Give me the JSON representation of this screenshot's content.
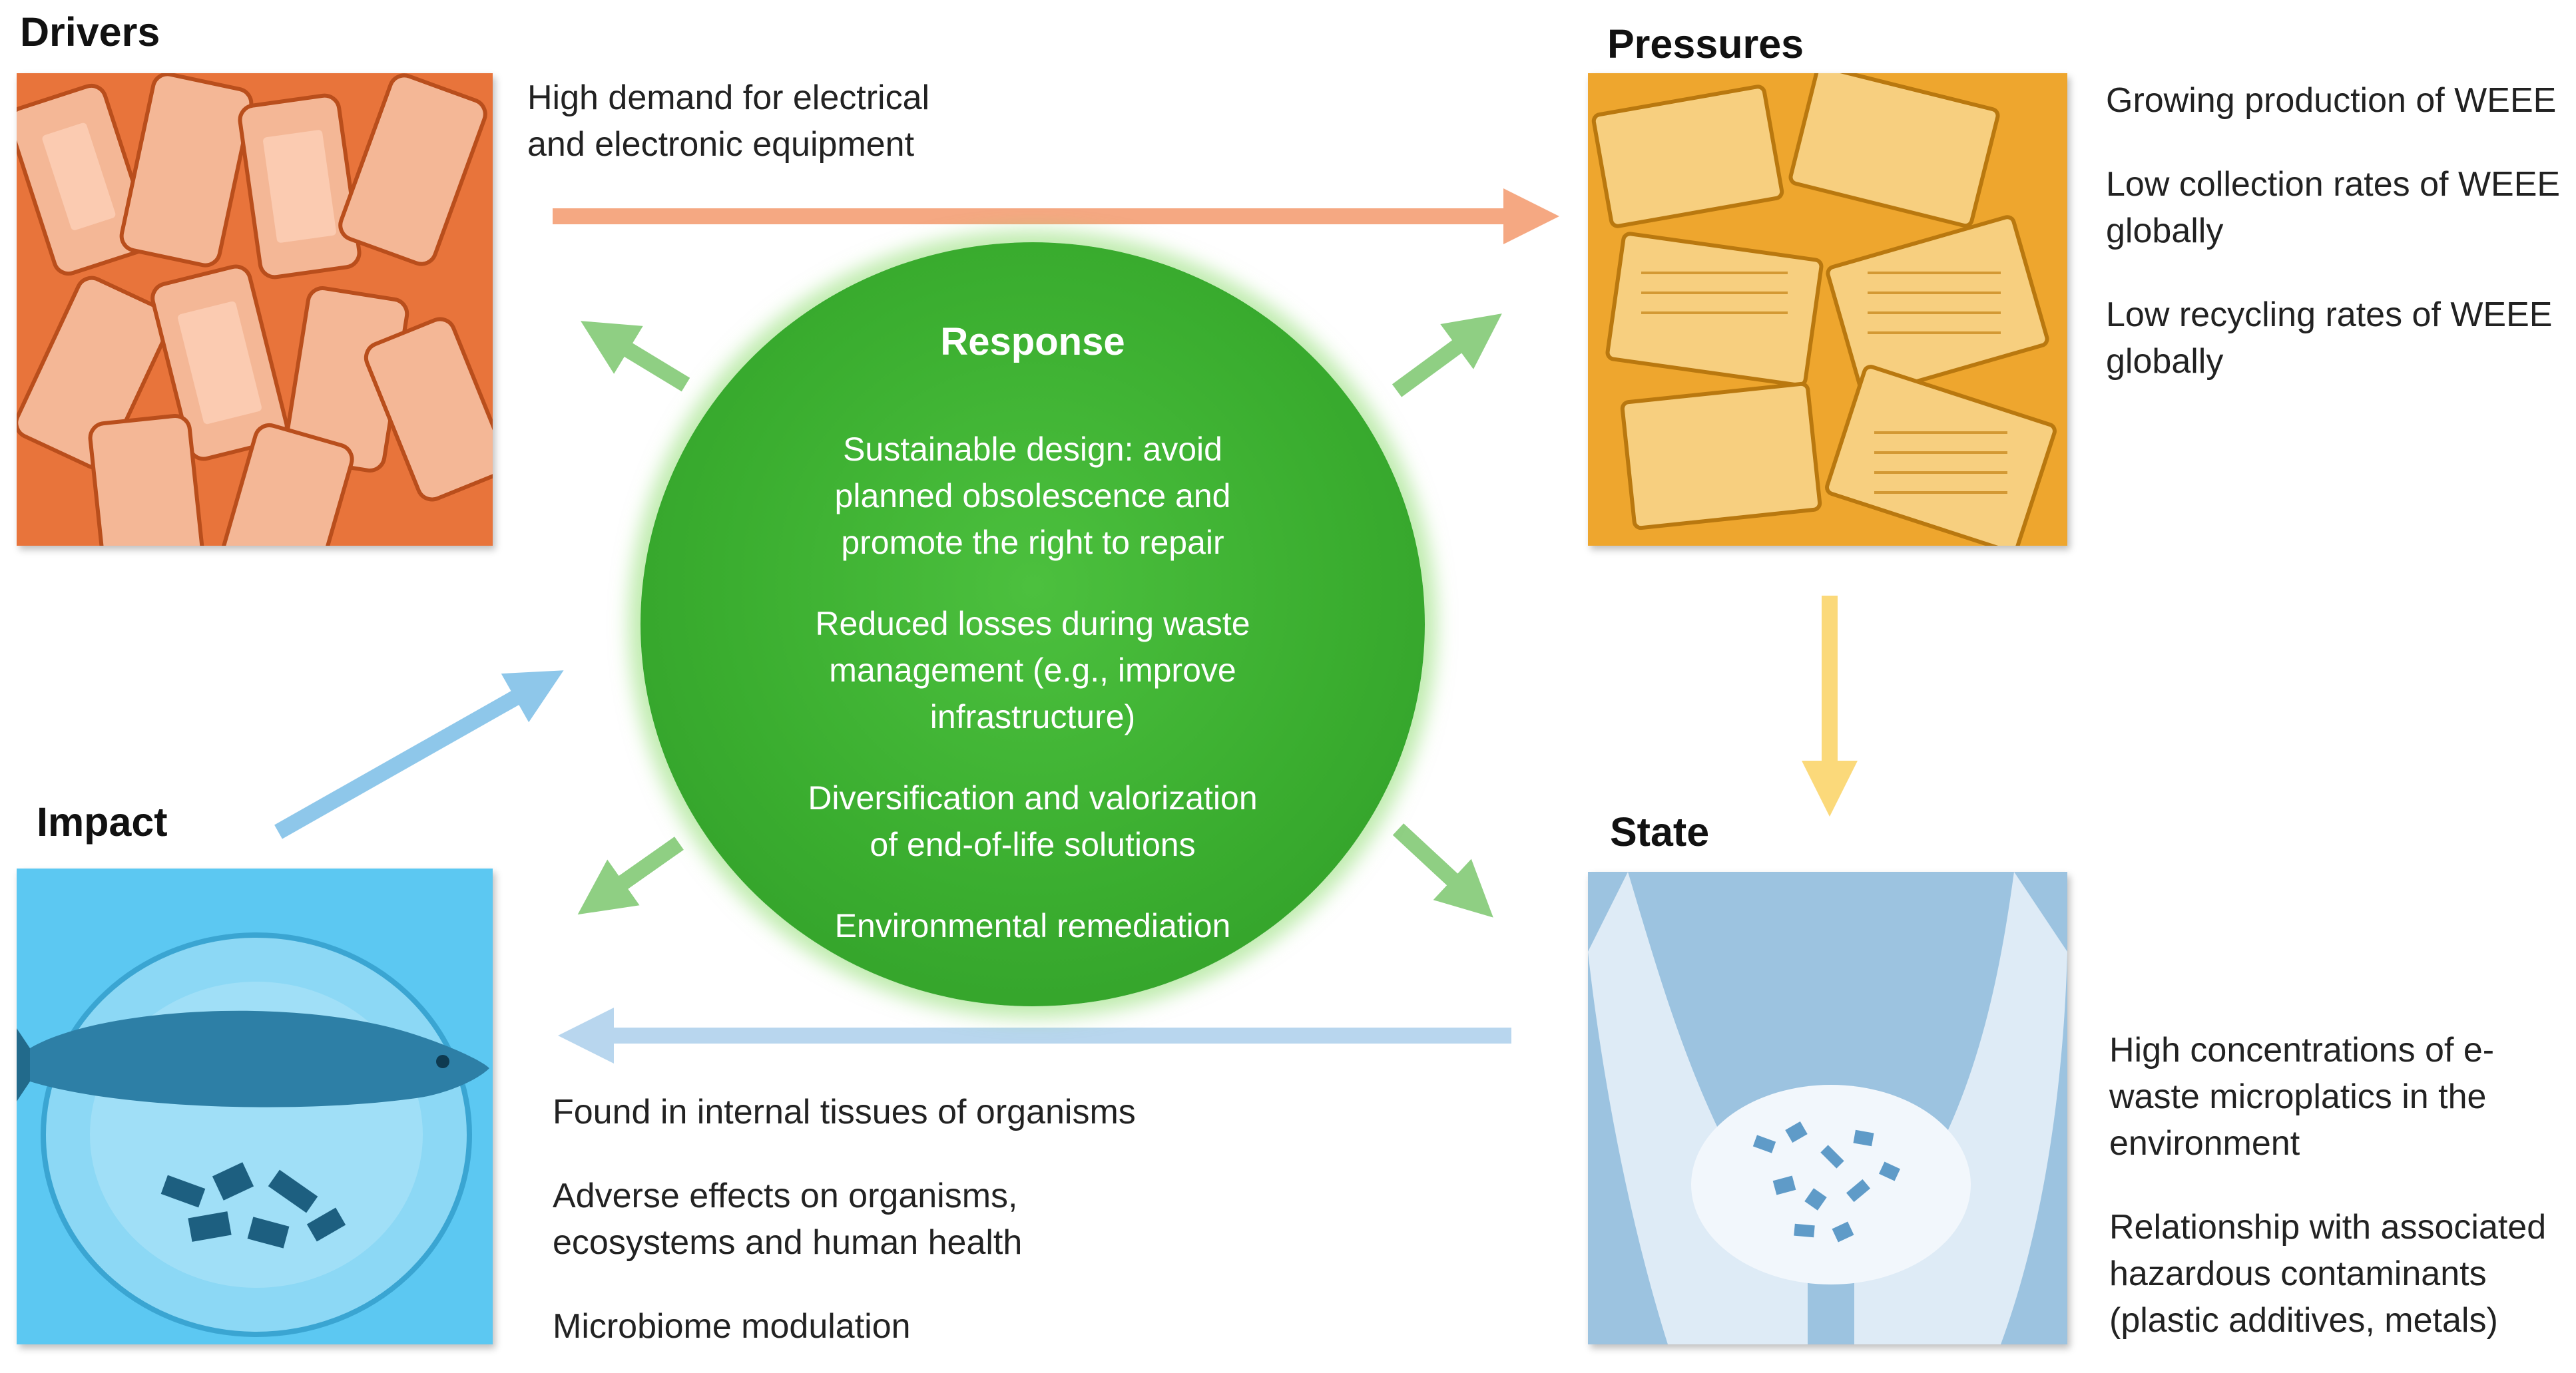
{
  "diagram": {
    "drivers": {
      "heading": "Drivers",
      "image_icon": "smartphones-pile-image",
      "color": "#e8743b",
      "items": [
        "High demand for electrical",
        "and electronic equipment"
      ]
    },
    "pressures": {
      "heading": "Pressures",
      "image_icon": "electronic-waste-pile-image",
      "color": "#eea62e",
      "items": [
        "Growing production of WEEE",
        "Low collection rates of WEEE",
        "globally",
        "Low recycling rates of WEEE",
        "globally"
      ]
    },
    "state": {
      "heading": "State",
      "image_icon": "hands-holding-microplastics-image",
      "color": "#9cc3e0",
      "items": [
        "High concentrations of e-",
        "waste microplatics in the",
        "environment",
        "Relationship with associated",
        "hazardous contaminants",
        "(plastic additives, metals)"
      ]
    },
    "impact": {
      "heading": "Impact",
      "image_icon": "fish-on-plate-with-plastic-image",
      "color": "#5cc8f2",
      "items": [
        "Found in internal tissues of organisms",
        "Adverse effects on organisms,",
        "ecosystems and human health",
        "Microbiome modulation"
      ]
    },
    "response": {
      "heading": "Response",
      "color": "#3aad2f",
      "items": [
        "Sustainable design: avoid",
        "planned obsolescence and",
        "promote the right to repair",
        "Reduced losses during waste",
        "management (e.g., improve",
        "infrastructure)",
        "Diversification and valorization",
        "of end-of-life solutions",
        "Environmental remediation"
      ]
    },
    "arrow_colors": {
      "drivers_to_pressures": "#f5a882",
      "pressures_to_state": "#fbd97a",
      "state_to_impact": "#b8d6ee",
      "impact_to_response": "#8ec7ea",
      "response_outward": "#8fcf83"
    }
  }
}
